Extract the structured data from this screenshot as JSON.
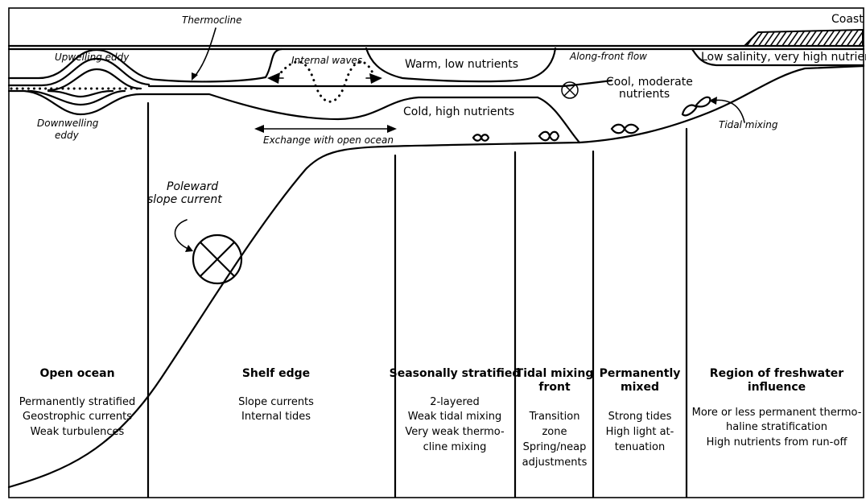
{
  "labels": {
    "coast": "Coast",
    "thermocline": "Thermocline",
    "upwelling_eddy": "Upwelling eddy",
    "downwelling_eddy_1": "Downwelling",
    "downwelling_eddy_2": "eddy",
    "internal_waves": "Internal waves",
    "warm_low_nutrients": "Warm, low nutrients",
    "cold_high_nutrients": "Cold, high nutrients",
    "exchange_open_ocean": "Exchange with open ocean",
    "along_front_flow": "Along-front flow",
    "cool_moderate_1": "Cool, moderate",
    "cool_moderate_2": "nutrients",
    "low_salinity": "Low salinity, very high nutrients",
    "tidal_mixing": "Tidal mixing",
    "poleward_1": "Poleward",
    "poleward_2": "slope current"
  },
  "zones": [
    {
      "title": [
        "Open ocean"
      ],
      "body": [
        "Permanently stratified",
        "Geostrophic currents",
        "Weak turbulences"
      ]
    },
    {
      "title": [
        "Shelf edge"
      ],
      "body": [
        "Slope currents",
        "Internal tides"
      ]
    },
    {
      "title": [
        "Seasonally stratified"
      ],
      "body": [
        "2-layered",
        "Weak tidal mixing",
        "Very weak thermo-",
        "cline mixing"
      ]
    },
    {
      "title": [
        "Tidal mixing",
        "front"
      ],
      "body": [
        "Transition",
        "zone",
        "Spring/neap",
        "adjustments"
      ]
    },
    {
      "title": [
        "Permanently",
        "mixed"
      ],
      "body": [
        "Strong tides",
        "High light at-",
        "tenuation"
      ]
    },
    {
      "title": [
        "Region of freshwater",
        "influence"
      ],
      "body": [
        "More or less permanent thermo-",
        "haline stratification",
        "High nutrients from run-off"
      ]
    }
  ]
}
